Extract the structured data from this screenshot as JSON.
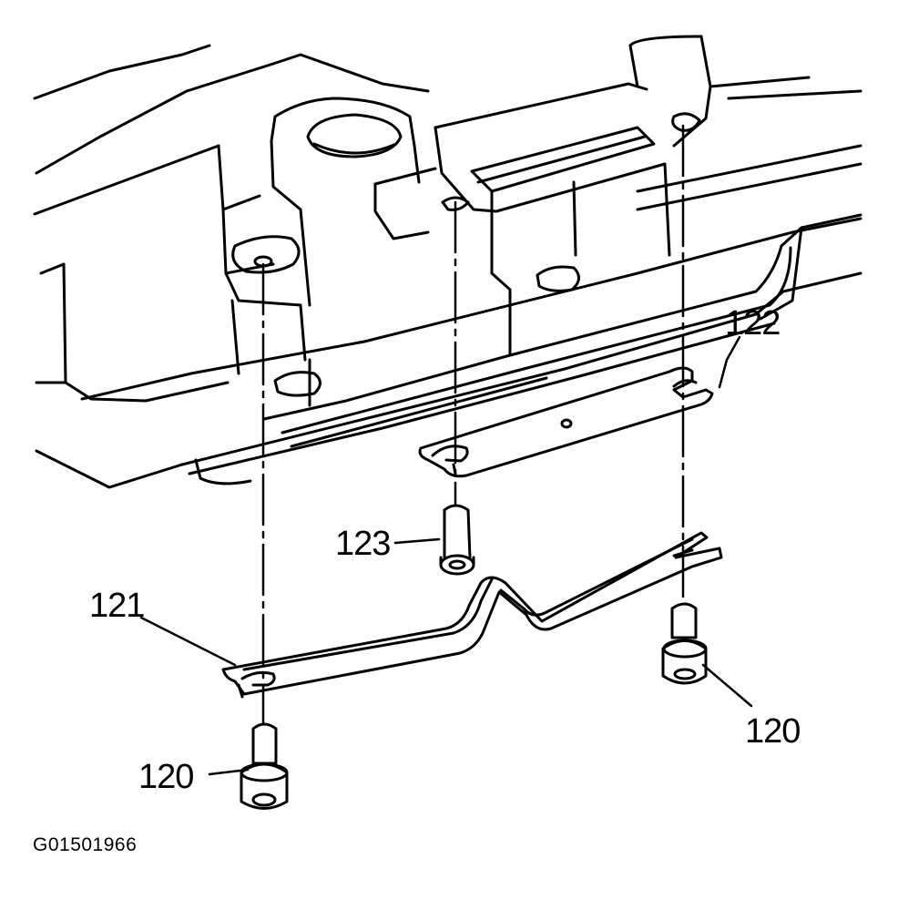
{
  "callouts": {
    "bolt_left": "120",
    "bolt_right": "120",
    "bracket_lower": "121",
    "bracket_upper": "122",
    "bolt_center": "123"
  },
  "figure_id": "G01501966",
  "colors": {
    "line": "#000000",
    "background": "#ffffff"
  }
}
